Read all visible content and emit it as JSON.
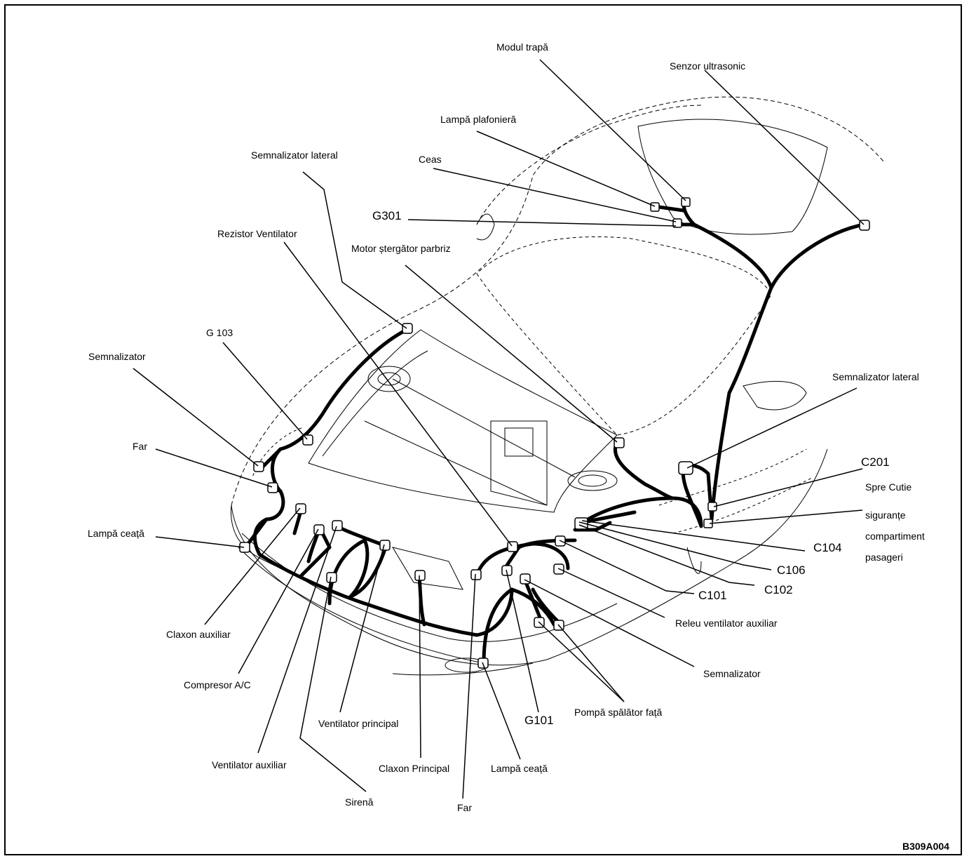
{
  "figure_code": "B309A004",
  "labels": {
    "modul_trapa": "Modul trapă",
    "senzor_ultrasonic": "Senzor ultrasonic",
    "lampa_plafoniera": "Lampă plafonieră",
    "ceas": "Ceas",
    "semnalizator_lateral_left": "Semnalizator lateral",
    "g301": "G301",
    "rezistor_ventilator": "Rezistor Ventilator",
    "motor_stergator": "Motor ștergător parbriz",
    "g103": "G 103",
    "semnalizator_left": "Semnalizator",
    "far_left": "Far",
    "lampa_ceata_left": "Lampă ceață",
    "claxon_auxiliar": "Claxon auxiliar",
    "compresor_ac": "Compresor A/C",
    "ventilator_principal": "Ventilator principal",
    "ventilator_auxiliar": "Ventilator auxiliar",
    "sirena": "Sirenă",
    "claxon_principal": "Claxon Principal",
    "far_bottom": "Far",
    "lampa_ceata_bottom": "Lampă ceață",
    "g101": "G101",
    "pompa_spalator": "Pompă spălător față",
    "semnalizator_right": "Semnalizator",
    "releu_ventilator": "Releu ventilator auxiliar",
    "c101": "C101",
    "c102": "C102",
    "c106": "C106",
    "c104": "C104",
    "spre_cutie": "Spre Cutie",
    "sigurante": "siguranțe",
    "compartiment": "compartiment",
    "pasageri": "pasageri",
    "c201": "C201",
    "semnalizator_lateral_right": "Semnalizator lateral"
  }
}
